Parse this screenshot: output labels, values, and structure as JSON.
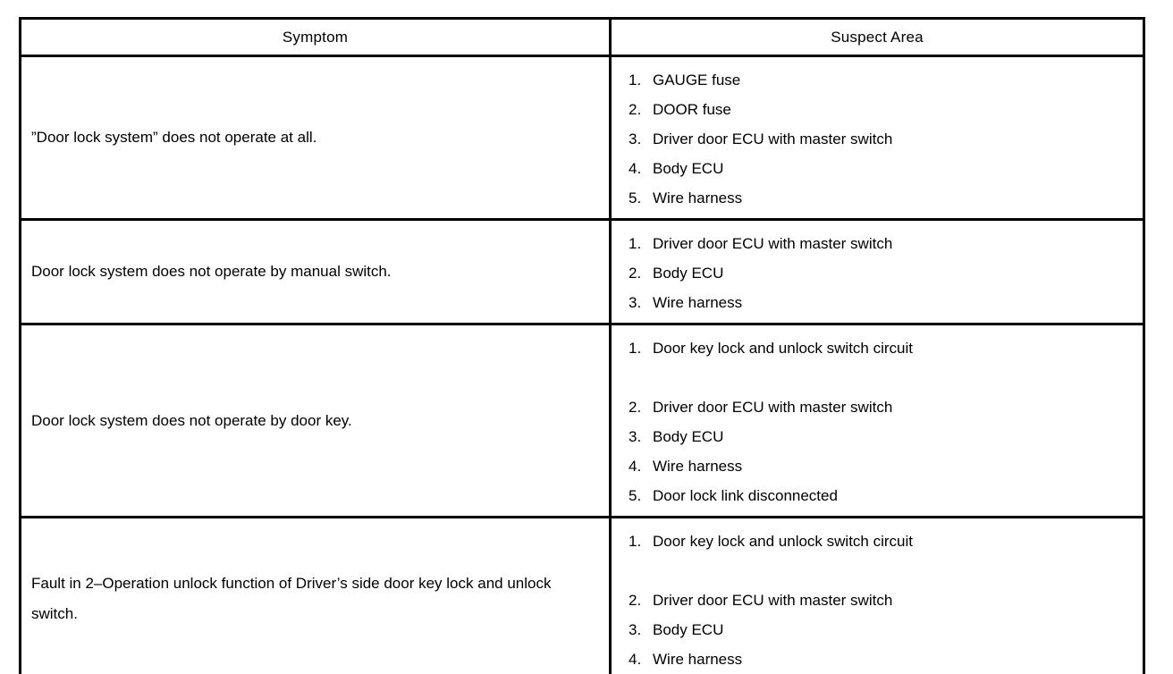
{
  "page": {
    "background_color": "#ffffff",
    "border_color": "#000000"
  },
  "table": {
    "header": {
      "symptom": "Symptom",
      "suspect_area": "Suspect Area"
    },
    "rows": [
      {
        "symptom": "”Door lock system” does not operate at all.",
        "suspects": [
          {
            "num": "1.",
            "label": "GAUGE fuse",
            "gap_after": false
          },
          {
            "num": "2.",
            "label": "DOOR fuse",
            "gap_after": false
          },
          {
            "num": "3.",
            "label": "Driver door ECU with master switch",
            "gap_after": false
          },
          {
            "num": "4.",
            "label": "Body ECU",
            "gap_after": false
          },
          {
            "num": "5.",
            "label": "Wire harness",
            "gap_after": false
          }
        ]
      },
      {
        "symptom": "Door lock system does not operate by manual switch.",
        "suspects": [
          {
            "num": "1.",
            "label": "Driver door ECU with master switch",
            "gap_after": false
          },
          {
            "num": "2.",
            "label": "Body ECU",
            "gap_after": false
          },
          {
            "num": "3.",
            "label": "Wire harness",
            "gap_after": false
          }
        ]
      },
      {
        "symptom": "Door lock system does not operate by door key.",
        "suspects": [
          {
            "num": "1.",
            "label": "Door key lock and unlock switch circuit",
            "gap_after": true
          },
          {
            "num": "2.",
            "label": "Driver door ECU with master switch",
            "gap_after": false
          },
          {
            "num": "3.",
            "label": "Body ECU",
            "gap_after": false
          },
          {
            "num": "4.",
            "label": "Wire harness",
            "gap_after": false
          },
          {
            "num": "5.",
            "label": "Door lock link disconnected",
            "gap_after": false
          }
        ]
      },
      {
        "symptom": "Fault in 2–Operation unlock function of Driver’s side door key lock and unlock switch.",
        "suspects": [
          {
            "num": "1.",
            "label": "Door key lock and unlock switch circuit",
            "gap_after": true
          },
          {
            "num": "2.",
            "label": "Driver door ECU with master switch",
            "gap_after": false
          },
          {
            "num": "3.",
            "label": "Body ECU",
            "gap_after": false
          },
          {
            "num": "4.",
            "label": "Wire harness",
            "gap_after": false
          }
        ]
      }
    ]
  }
}
